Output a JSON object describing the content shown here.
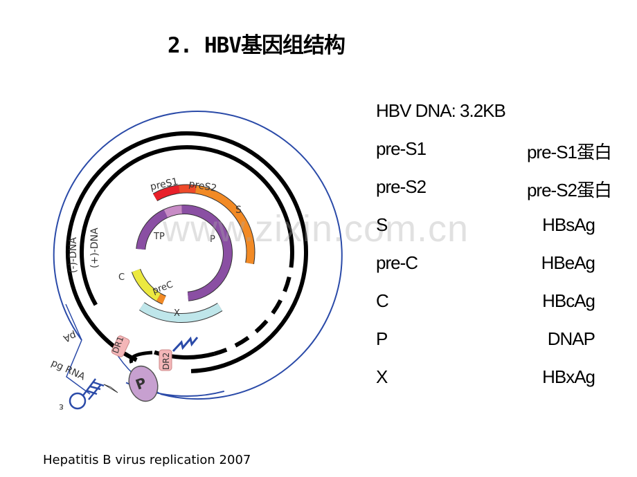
{
  "title": "2.  HBV基因组结构",
  "genome_header": "HBV DNA: 3.2KB",
  "genes": [
    {
      "gene": "pre-S1",
      "product": "pre-S1蛋白"
    },
    {
      "gene": "pre-S2",
      "product": "pre-S2蛋白"
    },
    {
      "gene": "S",
      "product": "HBsAg"
    },
    {
      "gene": "pre-C",
      "product": "HBeAg"
    },
    {
      "gene": "C",
      "product": "HBcAg"
    },
    {
      "gene": "P",
      "product": "DNAP"
    },
    {
      "gene": "X",
      "product": "HBxAg"
    }
  ],
  "diagram": {
    "labels": {
      "preS1": "preS1",
      "preS2": "preS2",
      "S": "S",
      "TP": "TP",
      "P": "P",
      "C": "C",
      "preC": "preC",
      "X": "X",
      "minus_dna": "(-)-DNA",
      "plus_dna": "(+)-DNA",
      "pA": "pA",
      "pgRNA": "pg RNA",
      "epsilon": "ε",
      "DR1": "DR1",
      "DR2": "DR2",
      "polymerase": "P"
    },
    "colors": {
      "preS1": "#e8202a",
      "preS2": "#ee4a2a",
      "S": "#f28a25",
      "P": "#8a4fa3",
      "TP": "#c88cc6",
      "C": "#ece940",
      "preC": "#f28a25",
      "X": "#bfe6ea",
      "rna": "#2a4aa8",
      "dr": "#f4b6b8",
      "polymerase": "#c7a0d0"
    }
  },
  "watermark": "www.zixin.com.cn",
  "footer": "Hepatitis B virus replication 2007"
}
